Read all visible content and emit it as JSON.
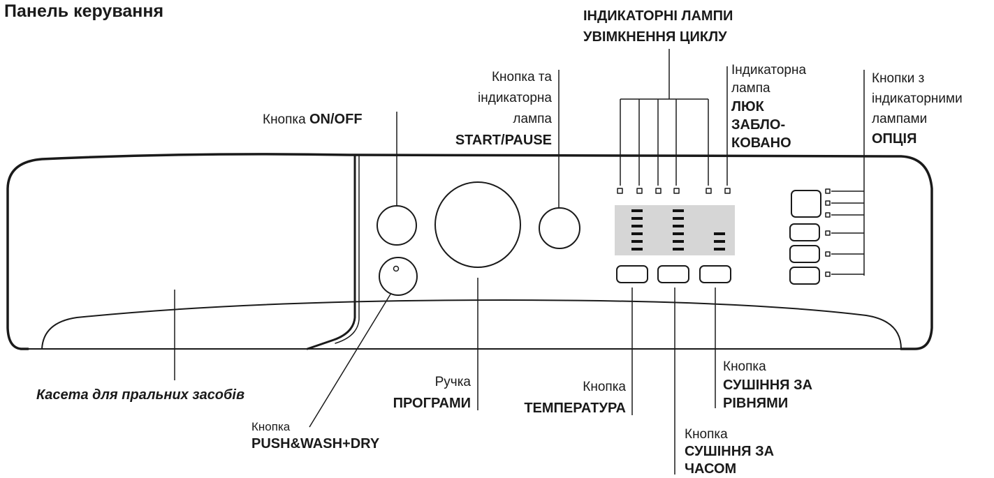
{
  "title": "Панель керування",
  "labels": {
    "on_off": {
      "prefix": "Кнопка ",
      "name": "ON/OFF"
    },
    "start_pause": {
      "line1": "Кнопка та",
      "line2": "індикаторна",
      "line3": "лампа",
      "name": "START/PAUSE"
    },
    "cycle_lamps": {
      "line1": "ІНДИКАТОРНІ ЛАМПИ",
      "line2": "УВІМКНЕННЯ ЦИКЛУ"
    },
    "door_locked": {
      "line1": "Індикаторна",
      "line2": "лампа",
      "name1": "ЛЮК",
      "name2": "ЗАБЛО-",
      "name3": "КОВАНО"
    },
    "option_buttons": {
      "line1": "Кнопки з",
      "line2": "індикаторними",
      "line3": "лампами",
      "name": "ОПЦІЯ"
    },
    "detergent_drawer": "Касета для пральних засобів",
    "push_wash": {
      "line1": "Кнопка",
      "name": "PUSH&WASH+DRY"
    },
    "program_knob": {
      "line1": "Ручка",
      "name": "ПРОГРАМИ"
    },
    "temperature": {
      "line1": "Кнопка",
      "name": "ТЕМПЕРАТУРА"
    },
    "dry_levels": {
      "line1": "Кнопка",
      "name1": "СУШІННЯ ЗА",
      "name2": "РІВНЯМИ"
    },
    "dry_time": {
      "line1": "Кнопка",
      "name1": "СУШІННЯ ЗА",
      "name2": "ЧАСОМ"
    }
  }
}
